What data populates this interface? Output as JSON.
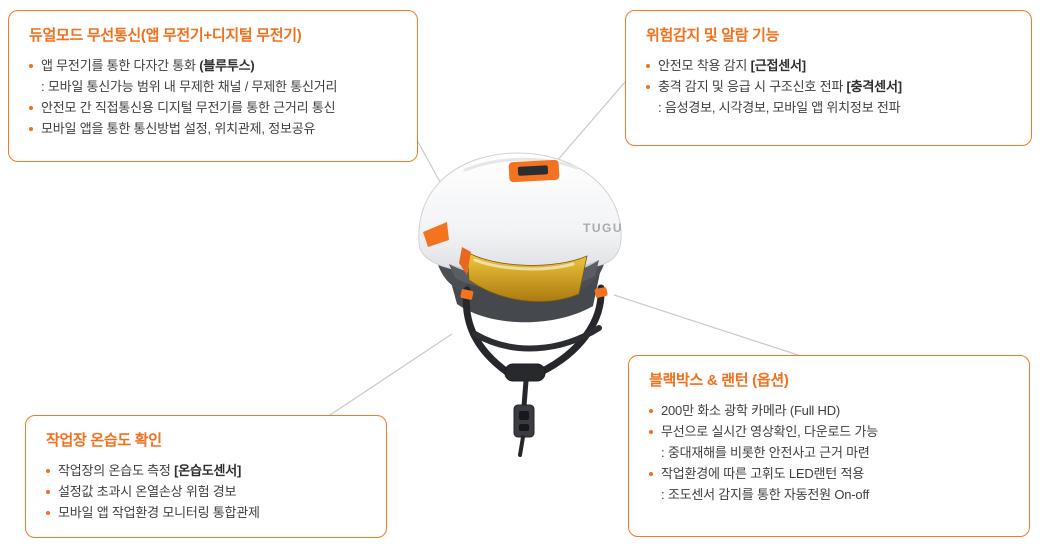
{
  "canvas": {
    "background": "#ffffff",
    "accent_orange": "#f26f1c",
    "border_orange": "#f5792a",
    "connector_gray": "#c9c9c9",
    "body_text": "#3f3f3f"
  },
  "helmet": {
    "brand": "TUGU",
    "shell_color": "#f2f3f5",
    "module_color": "#f47321",
    "visor_color": "#e0b32c",
    "strap_color": "#26272b"
  },
  "boxes": [
    {
      "id": "dual-comm",
      "title": "듀얼모드 무선통신(앱 무전기+디지털 무전기)",
      "items": [
        {
          "indent": false,
          "segments": [
            {
              "t": "앱 무전기를 통한 다자간 통화 "
            },
            {
              "t": "(블루투스)",
              "b": true
            }
          ]
        },
        {
          "indent": true,
          "segments": [
            {
              "t": ": 모바일 통신가능 범위 내 무제한 채널 / 무제한 통신거리"
            }
          ]
        },
        {
          "indent": false,
          "segments": [
            {
              "t": "안전모 간 직접통신용 디지털 무전기를 통한 근거리 통신"
            }
          ]
        },
        {
          "indent": false,
          "segments": [
            {
              "t": "모바일 앱을 통한 통신방법 설정, 위치관제, 정보공유"
            }
          ]
        }
      ]
    },
    {
      "id": "danger-alarm",
      "title": "위험감지 및 알람 기능",
      "items": [
        {
          "indent": false,
          "segments": [
            {
              "t": "안전모 착용 감지 "
            },
            {
              "t": "[근접센서]",
              "b": true
            }
          ]
        },
        {
          "indent": false,
          "segments": [
            {
              "t": "충격 감지 및 응급 시 구조신호 전파 "
            },
            {
              "t": "[충격센서]",
              "b": true
            }
          ]
        },
        {
          "indent": true,
          "segments": [
            {
              "t": ": 음성경보, 시각경보, 모바일 앱 위치정보 전파"
            }
          ]
        }
      ]
    },
    {
      "id": "temp-humidity",
      "title": "작업장 온습도 확인",
      "items": [
        {
          "indent": false,
          "segments": [
            {
              "t": "작업장의 온습도 측정 "
            },
            {
              "t": "[온습도센서]",
              "b": true
            }
          ]
        },
        {
          "indent": false,
          "segments": [
            {
              "t": "설정값 초과시 온열손상 위험 경보"
            }
          ]
        },
        {
          "indent": false,
          "segments": [
            {
              "t": "모바일 앱 작업환경 모니터링 통합관제"
            }
          ]
        }
      ]
    },
    {
      "id": "blackbox-lantern",
      "title": "블랙박스 & 랜턴 (옵션)",
      "items": [
        {
          "indent": false,
          "segments": [
            {
              "t": "200만 화소 광학 카메라 (Full HD)"
            }
          ]
        },
        {
          "indent": false,
          "segments": [
            {
              "t": "무선으로 실시간 영상확인, 다운로드 가능"
            }
          ]
        },
        {
          "indent": true,
          "segments": [
            {
              "t": ": 중대재해를 비롯한 안전사고 근거 마련"
            }
          ]
        },
        {
          "indent": false,
          "segments": [
            {
              "t": "작업환경에 따른 고휘도 LED랜턴 적용"
            }
          ]
        },
        {
          "indent": true,
          "segments": [
            {
              "t": ": 조도센서 감지를 통한 자동전원 On-off"
            }
          ]
        }
      ]
    }
  ]
}
